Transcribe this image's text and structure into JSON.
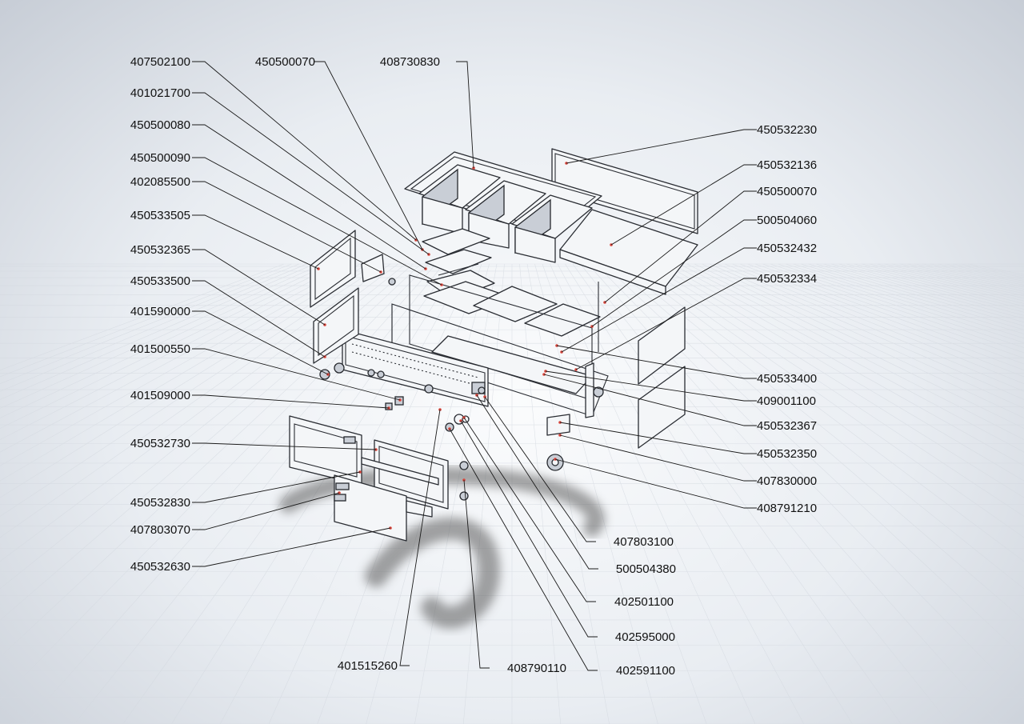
{
  "callouts": {
    "left": [
      {
        "id": "407502100"
      },
      {
        "id": "401021700"
      },
      {
        "id": "450500080"
      },
      {
        "id": "450500090"
      },
      {
        "id": "402085500"
      },
      {
        "id": "450533505"
      },
      {
        "id": "450532365"
      },
      {
        "id": "450533500"
      },
      {
        "id": "401590000"
      },
      {
        "id": "401500550"
      },
      {
        "id": "401509000"
      },
      {
        "id": "450532730"
      },
      {
        "id": "450532830"
      },
      {
        "id": "407803070"
      },
      {
        "id": "450532630"
      }
    ],
    "top": [
      {
        "id": "450500070"
      },
      {
        "id": "408730830"
      }
    ],
    "right": [
      {
        "id": "450532230"
      },
      {
        "id": "450532136"
      },
      {
        "id": "450500070"
      },
      {
        "id": "500504060"
      },
      {
        "id": "450532432"
      },
      {
        "id": "450532334"
      },
      {
        "id": "450533400"
      },
      {
        "id": "409001100"
      },
      {
        "id": "450532367"
      },
      {
        "id": "450532350"
      },
      {
        "id": "407830000"
      },
      {
        "id": "408791210"
      }
    ],
    "bottom": [
      {
        "id": "407803100"
      },
      {
        "id": "500504380"
      },
      {
        "id": "402501100"
      },
      {
        "id": "402595000"
      },
      {
        "id": "402591100"
      },
      {
        "id": "408790110"
      },
      {
        "id": "401515260"
      }
    ]
  },
  "colors": {
    "background": "#e9edf2",
    "line": "#1a1a1a",
    "marker": "#d9463c",
    "shadow": "#4a4a4a"
  }
}
